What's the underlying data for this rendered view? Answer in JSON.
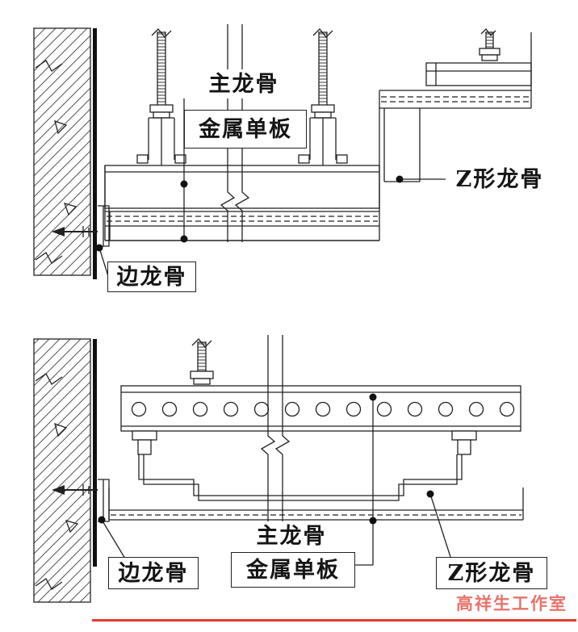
{
  "top_detail": {
    "labels": {
      "main_keel": "主龙骨",
      "metal_panel": "金属单板",
      "z_keel": "Z形龙骨",
      "edge_keel": "边龙骨"
    }
  },
  "bottom_detail": {
    "labels": {
      "main_keel": "主龙骨",
      "metal_panel": "金属单板",
      "edge_keel": "边龙骨",
      "z_keel": "Z形龙骨"
    }
  },
  "watermark": {
    "text": "高祥生工作室",
    "color": "#e8736b"
  },
  "colors": {
    "line": "#222222",
    "wall_fill_line": "#555555",
    "underline_red": "#e23b2e",
    "background": "#ffffff"
  }
}
